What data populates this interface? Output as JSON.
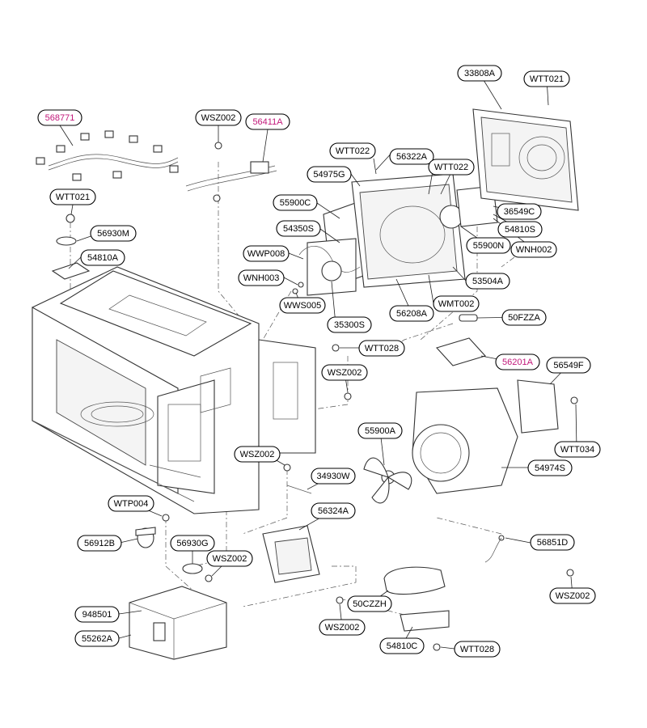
{
  "colors": {
    "line": "#333333",
    "label_text": "#000000",
    "highlight_text": "#c2187a",
    "background": "#ffffff"
  },
  "labels": {
    "p568771": "568771",
    "p56411A": "56411A",
    "pWSZ002_top": "WSZ002",
    "pWTT021_left": "WTT021",
    "p56930M": "56930M",
    "p54810A": "54810A",
    "pWTT022_a": "WTT022",
    "p56322A": "56322A",
    "pWTT022_b": "WTT022",
    "p54975G": "54975G",
    "p55900C": "55900C",
    "p54350S": "54350S",
    "pWWP008": "WWP008",
    "pWNH003": "WNH003",
    "pWWS005": "WWS005",
    "p35300S": "35300S",
    "p56208A": "56208A",
    "pWMT002": "WMT002",
    "p53504A": "53504A",
    "p33808A": "33808A",
    "pWTT021_right": "WTT021",
    "p36549C": "36549C",
    "p54810S": "54810S",
    "p55900N": "55900N",
    "pWNH002": "WNH002",
    "p50FZZA": "50FZZA",
    "pWTT028_mid": "WTT028",
    "p56201A": "56201A",
    "pWSZ002_mid": "WSZ002",
    "p56549F": "56549F",
    "p55900A": "55900A",
    "pWTT034": "WTT034",
    "p54974S": "54974S",
    "pWSZ002_low": "WSZ002",
    "p34930W": "34930W",
    "p56324A": "56324A",
    "pWTP004": "WTP004",
    "p56912B": "56912B",
    "p56930G": "56930G",
    "pWSZ002_left": "WSZ002",
    "p948501": "948501",
    "p55262A": "55262A",
    "p50CZZH": "50CZZH",
    "pWSZ002_bottom": "WSZ002",
    "p54810C": "54810C",
    "pWTT028_bottom": "WTT028",
    "p56851D": "56851D",
    "pWSZ002_right": "WSZ002"
  }
}
